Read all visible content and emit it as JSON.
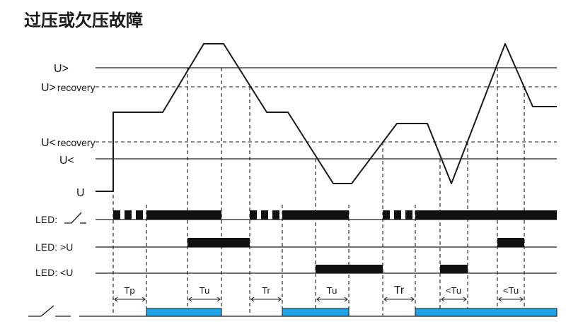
{
  "title": "过压或欠压故障",
  "levels": {
    "u_over": "U>",
    "u_over_recovery_main": "U>",
    "u_over_recovery_sub": "recovery",
    "u_under_recovery_main": "U<",
    "u_under_recovery_sub": "recovery",
    "u_under": "U<",
    "u_base": "U"
  },
  "leds": {
    "power": "LED:",
    "over": "LED:  >U",
    "under": "LED: <U"
  },
  "timings": {
    "tp": "Tp",
    "tu1": "Tu",
    "tr1": "Tr",
    "tu2": "Tu",
    "tr2": "Tr",
    "tu3": "<Tu",
    "tu4": "<Tu"
  },
  "colors": {
    "relay_on": "#1fa3e8",
    "ink": "#1a1a1a"
  }
}
